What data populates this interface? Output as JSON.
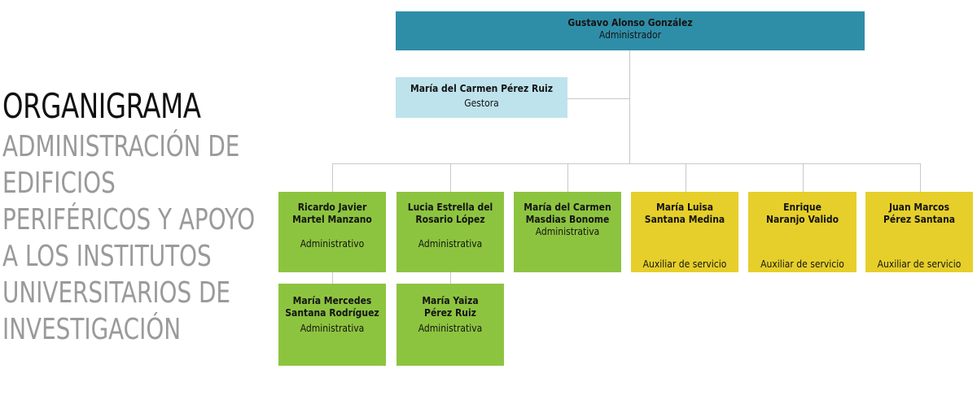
{
  "title": {
    "main": "ORGANIGRAMA",
    "sub_lines": [
      "ADMINISTRACIÓN DE",
      "EDIFICIOS",
      "PERIFÉRICOS Y APOYO",
      "A LOS INSTITUTOS",
      "UNIVERSITARIOS DE",
      "INVESTIGACIÓN"
    ]
  },
  "nodes": {
    "director": {
      "name": "Gustavo Alonso González",
      "role": "Administrador",
      "color": "#2e8ea8"
    },
    "gestora": {
      "name": "María del Carmen Pérez Ruiz",
      "role": "Gestora",
      "color": "#bee3ec"
    },
    "staff": [
      {
        "name_l1": "Ricardo Javier",
        "name_l2": "Martel Manzano",
        "role": "Administrativo",
        "color": "#8dc43f"
      },
      {
        "name_l1": "Lucia Estrella del",
        "name_l2": "Rosario López",
        "role": "Administrativa",
        "color": "#8dc43f"
      },
      {
        "name_l1": "María del Carmen",
        "name_l2": "Masdias Bonome",
        "role": "Administrativa",
        "color": "#8dc43f"
      },
      {
        "name_l1": "María Luisa",
        "name_l2": "Santana Medina",
        "role": "Auxiliar de servicio",
        "color": "#e6cf2a"
      },
      {
        "name_l1": "Enrique",
        "name_l2": "Naranjo Valido",
        "role": "Auxiliar de servicio",
        "color": "#e6cf2a"
      },
      {
        "name_l1": "Juan Marcos",
        "name_l2": "Pérez Santana",
        "role": "Auxiliar de servicio",
        "color": "#e6cf2a"
      }
    ],
    "second_row": [
      {
        "name_l1": "María Mercedes",
        "name_l2": "Santana Rodríguez",
        "role": "Administrativa",
        "color": "#8dc43f"
      },
      {
        "name_l1": "María Yaiza",
        "name_l2": "Pérez Ruiz",
        "role": "Administrativa",
        "color": "#8dc43f"
      }
    ]
  }
}
